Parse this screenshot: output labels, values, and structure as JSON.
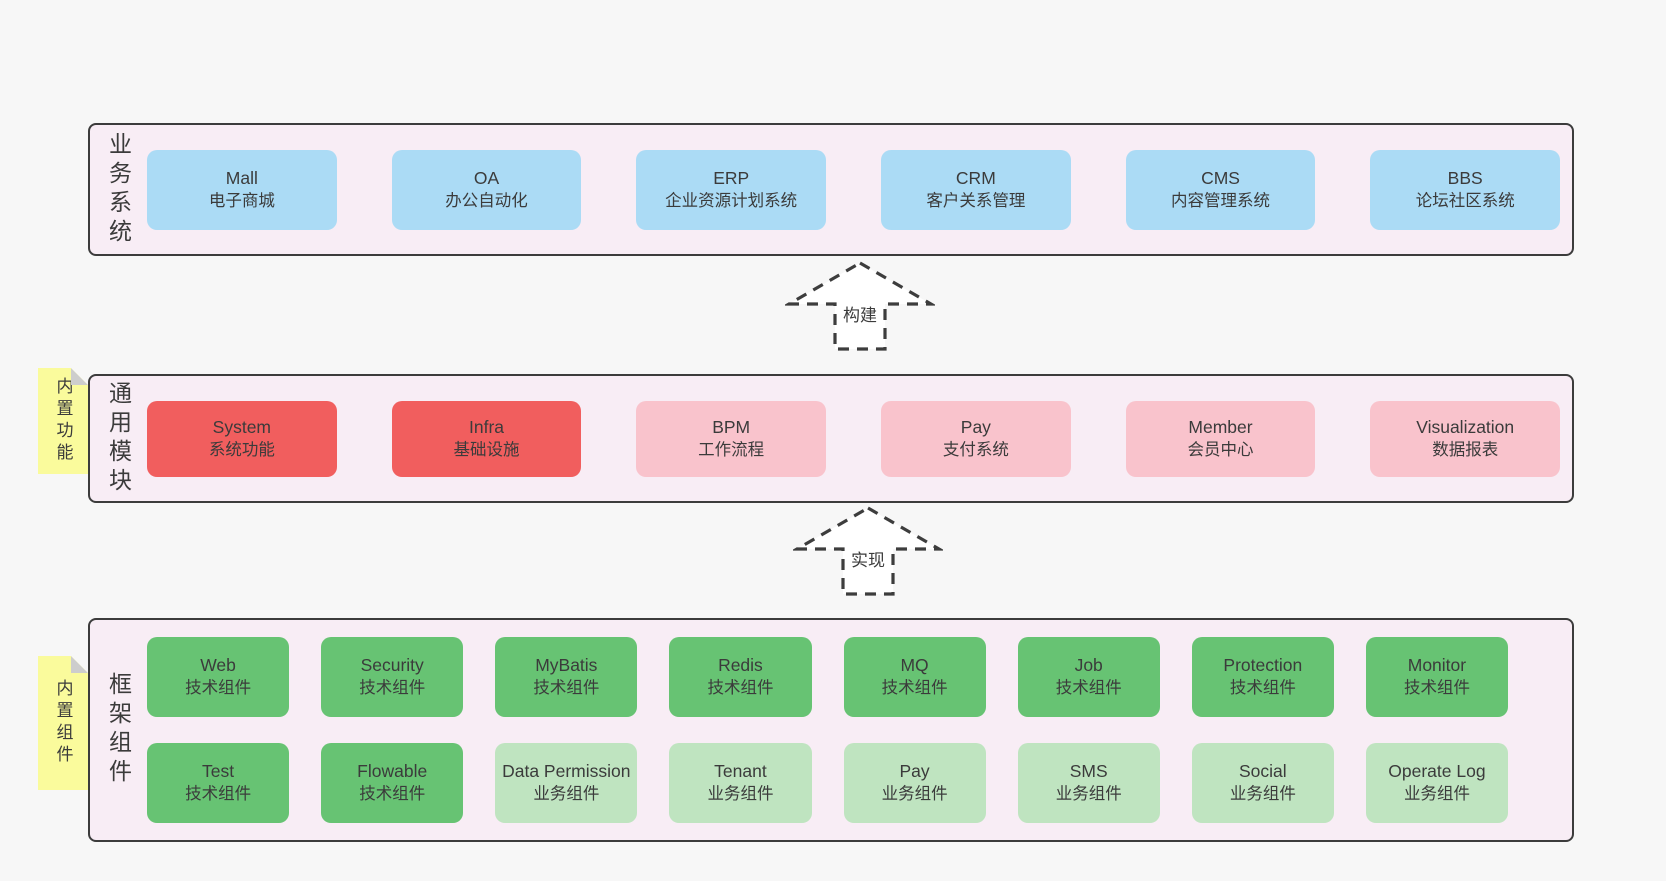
{
  "colors": {
    "page_bg": "#f7f7f7",
    "layer_bg": "#f8edf5",
    "layer_border": "#3c3c3c",
    "box_blue": "#abdbf5",
    "box_red": "#f15e5e",
    "box_pink": "#f9c3cc",
    "box_green": "#67c373",
    "box_green_light": "#bfe4c0",
    "note_yellow": "#fafb9c",
    "note_fold": "#cdcdcd",
    "text": "#3b3b3b",
    "arrow": "#3d3d3d"
  },
  "arrows": [
    {
      "label": "构建"
    },
    {
      "label": "实现"
    }
  ],
  "layers": [
    {
      "label": "业务系统",
      "boxes": [
        {
          "title": "Mall",
          "subtitle": "电子商城",
          "variant": "blue"
        },
        {
          "title": "OA",
          "subtitle": "办公自动化",
          "variant": "blue"
        },
        {
          "title": "ERP",
          "subtitle": "企业资源计划系统",
          "variant": "blue"
        },
        {
          "title": "CRM",
          "subtitle": "客户关系管理",
          "variant": "blue"
        },
        {
          "title": "CMS",
          "subtitle": "内容管理系统",
          "variant": "blue"
        },
        {
          "title": "BBS",
          "subtitle": "论坛社区系统",
          "variant": "blue"
        }
      ]
    },
    {
      "label": "通用模块",
      "note": "内置功能",
      "boxes": [
        {
          "title": "System",
          "subtitle": "系统功能",
          "variant": "red"
        },
        {
          "title": "Infra",
          "subtitle": "基础设施",
          "variant": "red"
        },
        {
          "title": "BPM",
          "subtitle": "工作流程",
          "variant": "pink"
        },
        {
          "title": "Pay",
          "subtitle": "支付系统",
          "variant": "pink"
        },
        {
          "title": "Member",
          "subtitle": "会员中心",
          "variant": "pink"
        },
        {
          "title": "Visualization",
          "subtitle": "数据报表",
          "variant": "pink"
        }
      ]
    },
    {
      "label": "框架组件",
      "note": "内置组件",
      "rows": [
        [
          {
            "title": "Web",
            "subtitle": "技术组件",
            "variant": "green"
          },
          {
            "title": "Security",
            "subtitle": "技术组件",
            "variant": "green"
          },
          {
            "title": "MyBatis",
            "subtitle": "技术组件",
            "variant": "green"
          },
          {
            "title": "Redis",
            "subtitle": "技术组件",
            "variant": "green"
          },
          {
            "title": "MQ",
            "subtitle": "技术组件",
            "variant": "green"
          },
          {
            "title": "Job",
            "subtitle": "技术组件",
            "variant": "green"
          },
          {
            "title": "Protection",
            "subtitle": "技术组件",
            "variant": "green"
          },
          {
            "title": "Monitor",
            "subtitle": "技术组件",
            "variant": "green"
          }
        ],
        [
          {
            "title": "Test",
            "subtitle": "技术组件",
            "variant": "green"
          },
          {
            "title": "Flowable",
            "subtitle": "技术组件",
            "variant": "green"
          },
          {
            "title": "Data Permission",
            "subtitle": "业务组件",
            "variant": "green-light"
          },
          {
            "title": "Tenant",
            "subtitle": "业务组件",
            "variant": "green-light"
          },
          {
            "title": "Pay",
            "subtitle": "业务组件",
            "variant": "green-light"
          },
          {
            "title": "SMS",
            "subtitle": "业务组件",
            "variant": "green-light"
          },
          {
            "title": "Social",
            "subtitle": "业务组件",
            "variant": "green-light"
          },
          {
            "title": "Operate Log",
            "subtitle": "业务组件",
            "variant": "green-light"
          }
        ]
      ]
    }
  ]
}
